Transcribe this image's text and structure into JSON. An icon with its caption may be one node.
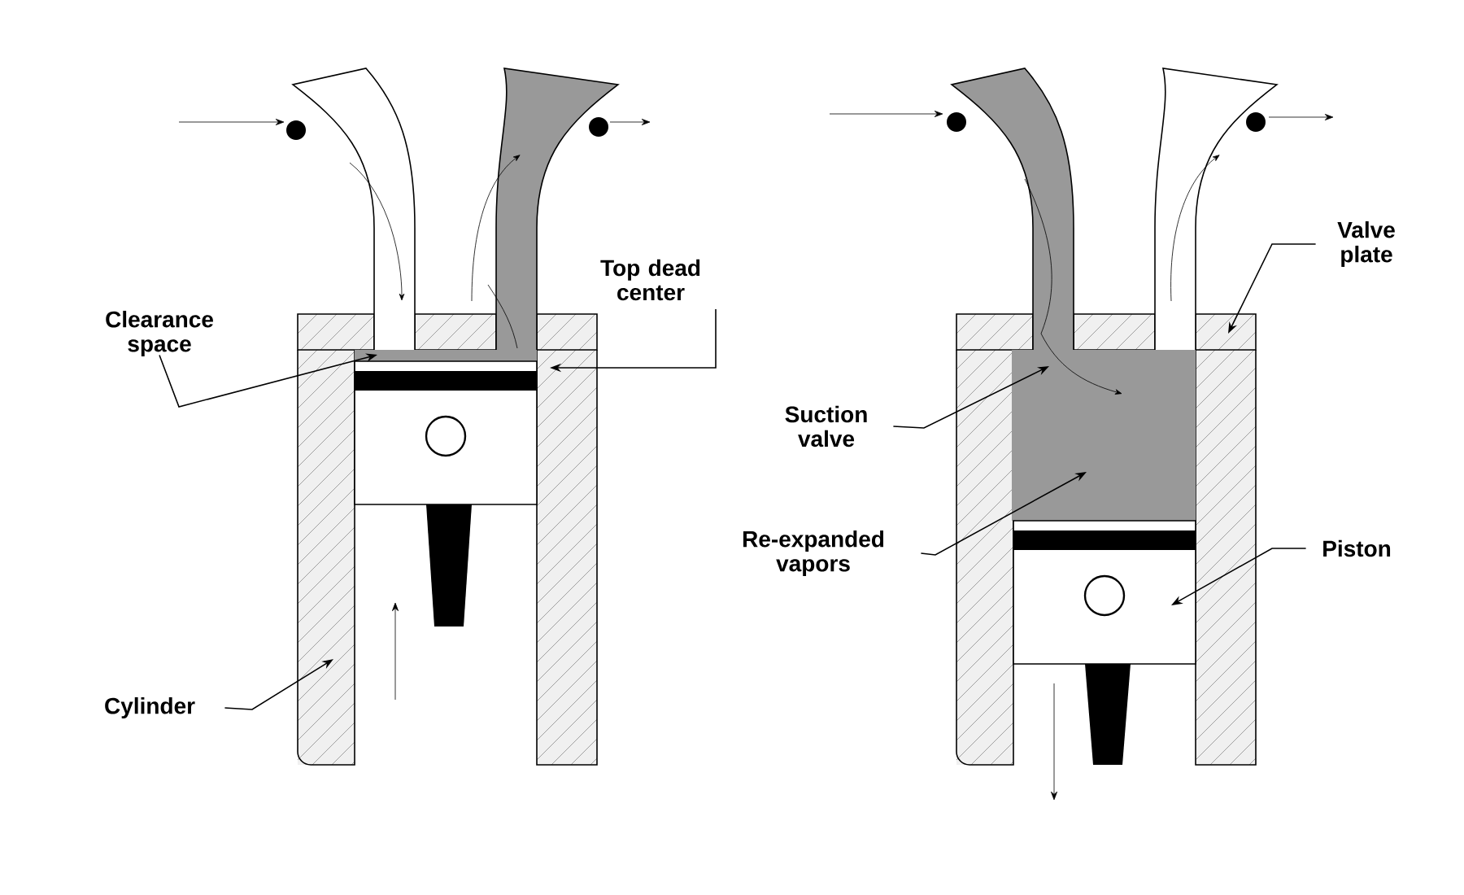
{
  "diagram": {
    "nodes": [
      {
        "text": [
          "Clearance space"
        ]
      },
      {
        "text": [
          "Top dead center"
        ]
      },
      {
        "text": [
          "Cylinder"
        ]
      },
      {
        "text": [
          "Suction valve"
        ]
      },
      {
        "text": [
          "Re-expanded vapors"
        ]
      },
      {
        "text": [
          "Piston"
        ]
      },
      {
        "text": [
          "Valve plate"
        ]
      },
      {
        "text": [],
        "shape": "box"
      },
      {
        "text": [],
        "shape": "box"
      },
      {
        "text": [],
        "shape": "box"
      },
      {
        "text": [],
        "shape": "box"
      }
    ],
    "edges": [
      {
        "from": 0,
        "to": 7,
        "arrow": "to"
      },
      {
        "from": 1,
        "to": 8,
        "arrow": "to"
      },
      {
        "from": 2,
        "to": null,
        "arrow": "to"
      },
      {
        "from": 3,
        "to": 9,
        "arrow": "to"
      },
      {
        "from": 4,
        "to": 9,
        "arrow": "to"
      },
      {
        "from": 5,
        "to": 10,
        "arrow": "to"
      },
      {
        "from": 6,
        "to": null,
        "arrow": "to"
      }
    ]
  }
}
